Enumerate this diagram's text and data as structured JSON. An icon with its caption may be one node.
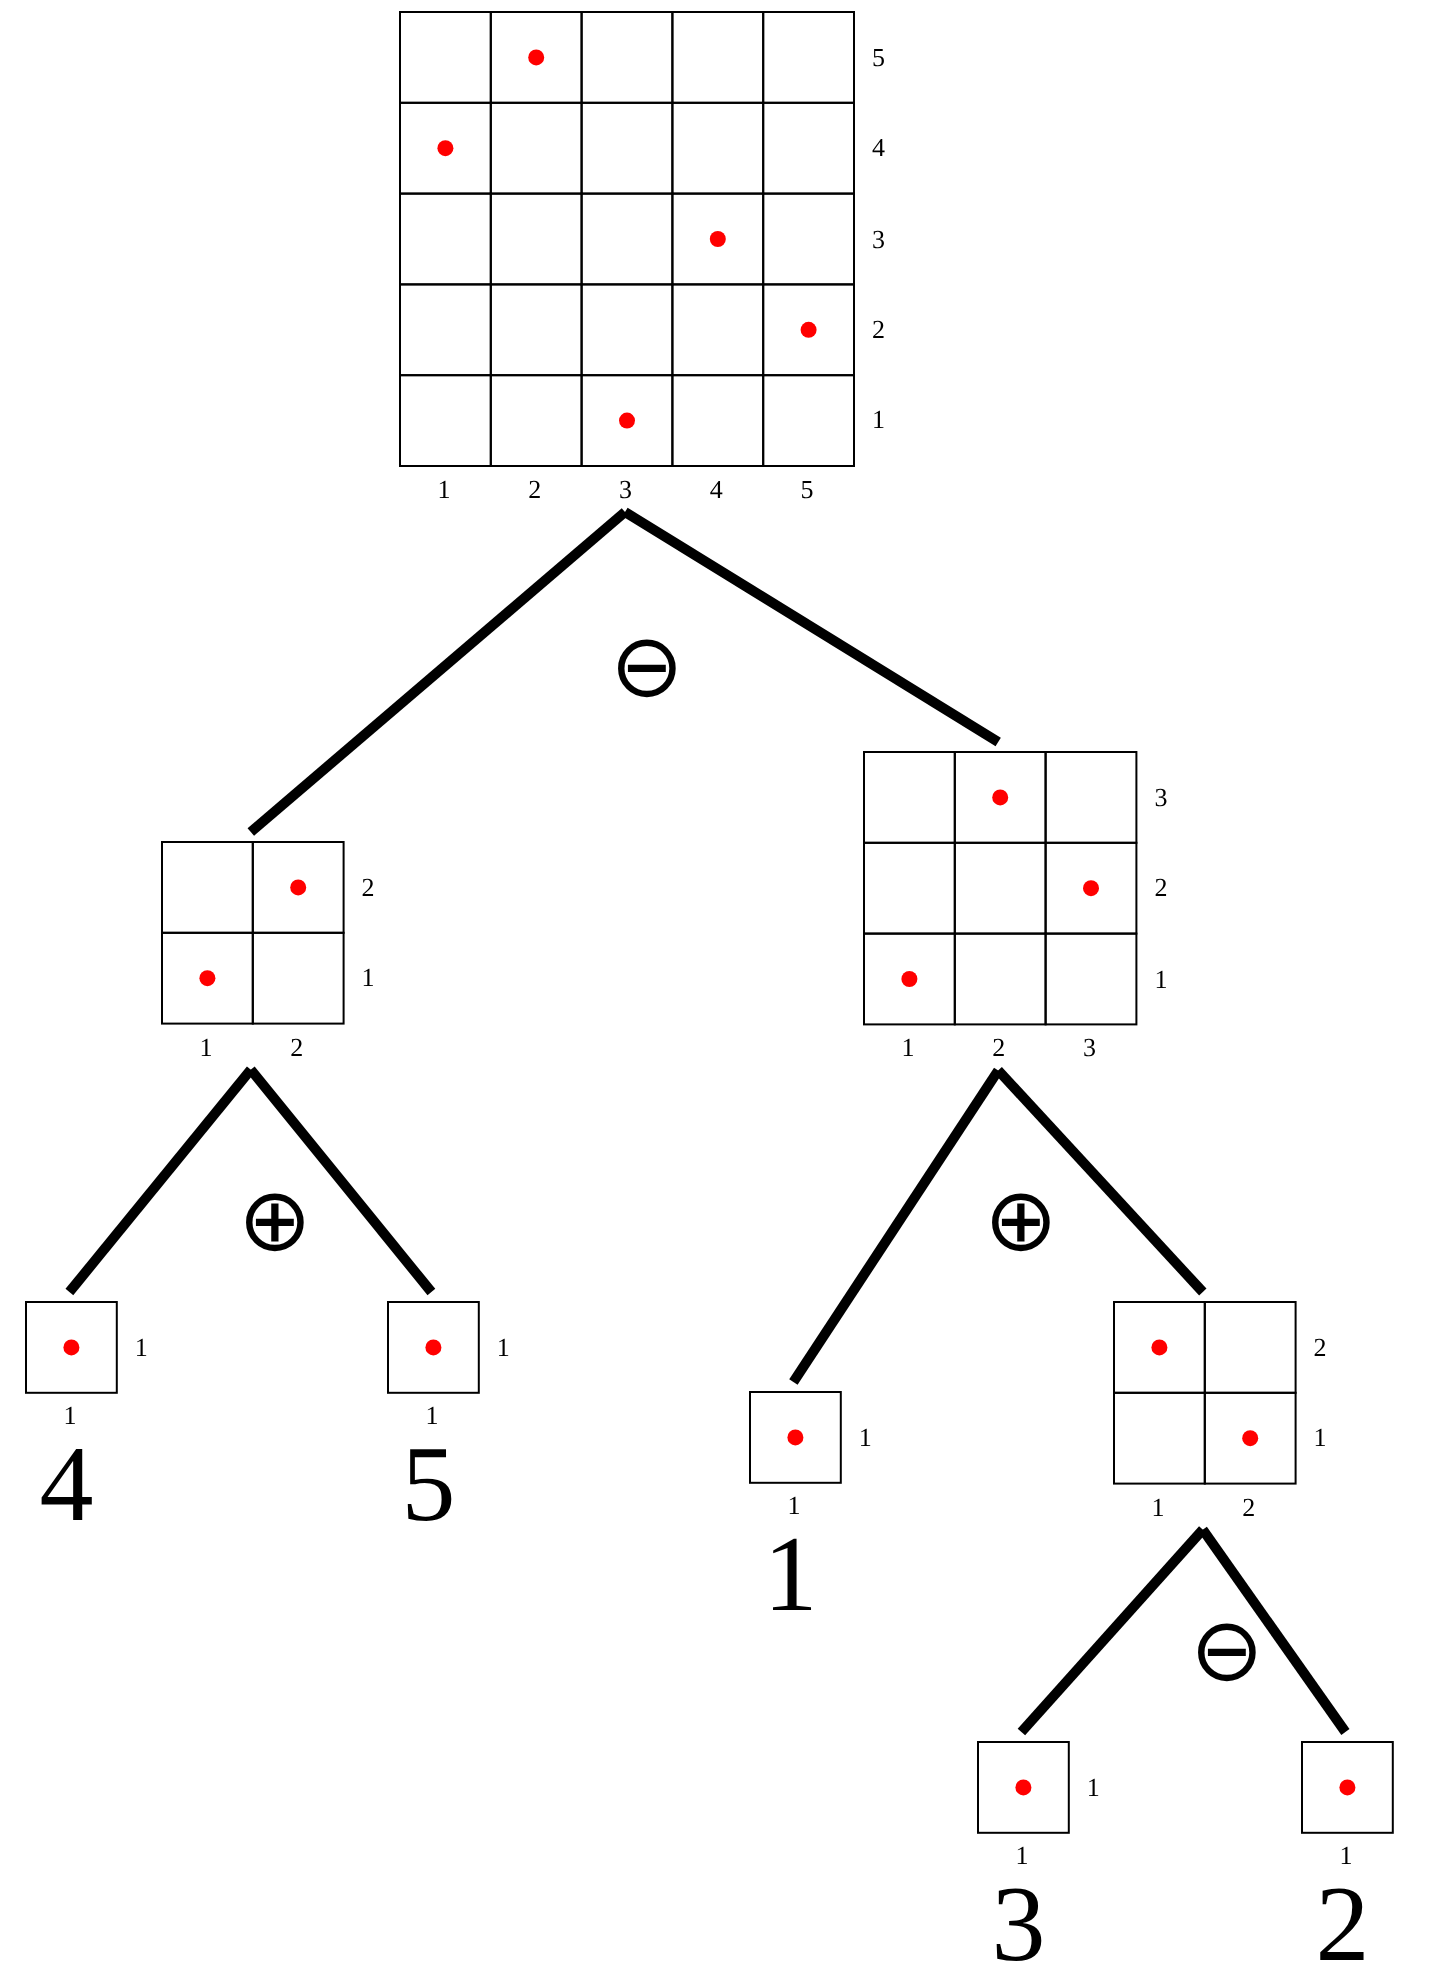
{
  "diagram": {
    "nodes": [
      {
        "text": [
          "5",
          "4",
          "3",
          "2",
          "1",
          "1",
          "2",
          "3",
          "4",
          "5"
        ]
      },
      {
        "text": [
          "2",
          "1",
          "1",
          "2"
        ]
      },
      {
        "text": [
          "3",
          "2",
          "1",
          "1",
          "2",
          "3"
        ]
      },
      {
        "text": [
          "1",
          "1",
          "4"
        ]
      },
      {
        "text": [
          "1",
          "1",
          "5"
        ]
      },
      {
        "text": [
          "1",
          "1",
          "1"
        ]
      },
      {
        "text": [
          "2",
          "1",
          "1",
          "2"
        ]
      },
      {
        "text": [
          "1",
          "1",
          "3"
        ]
      },
      {
        "text": [
          "1",
          "2"
        ]
      }
    ],
    "edges": [
      {
        "from": 0,
        "to": 1,
        "arrow": "none"
      },
      {
        "from": 0,
        "to": 2,
        "arrow": "none"
      },
      {
        "from": 1,
        "to": 3,
        "arrow": "none"
      },
      {
        "from": 1,
        "to": 4,
        "arrow": "none"
      },
      {
        "from": 2,
        "to": 5,
        "arrow": "none"
      },
      {
        "from": 2,
        "to": 6,
        "arrow": "none"
      },
      {
        "from": 6,
        "to": 7,
        "arrow": "none"
      },
      {
        "from": 6,
        "to": 8,
        "arrow": "none"
      }
    ],
    "labels": [
      "⊖",
      "⊕",
      "⊕",
      "⊖"
    ]
  }
}
